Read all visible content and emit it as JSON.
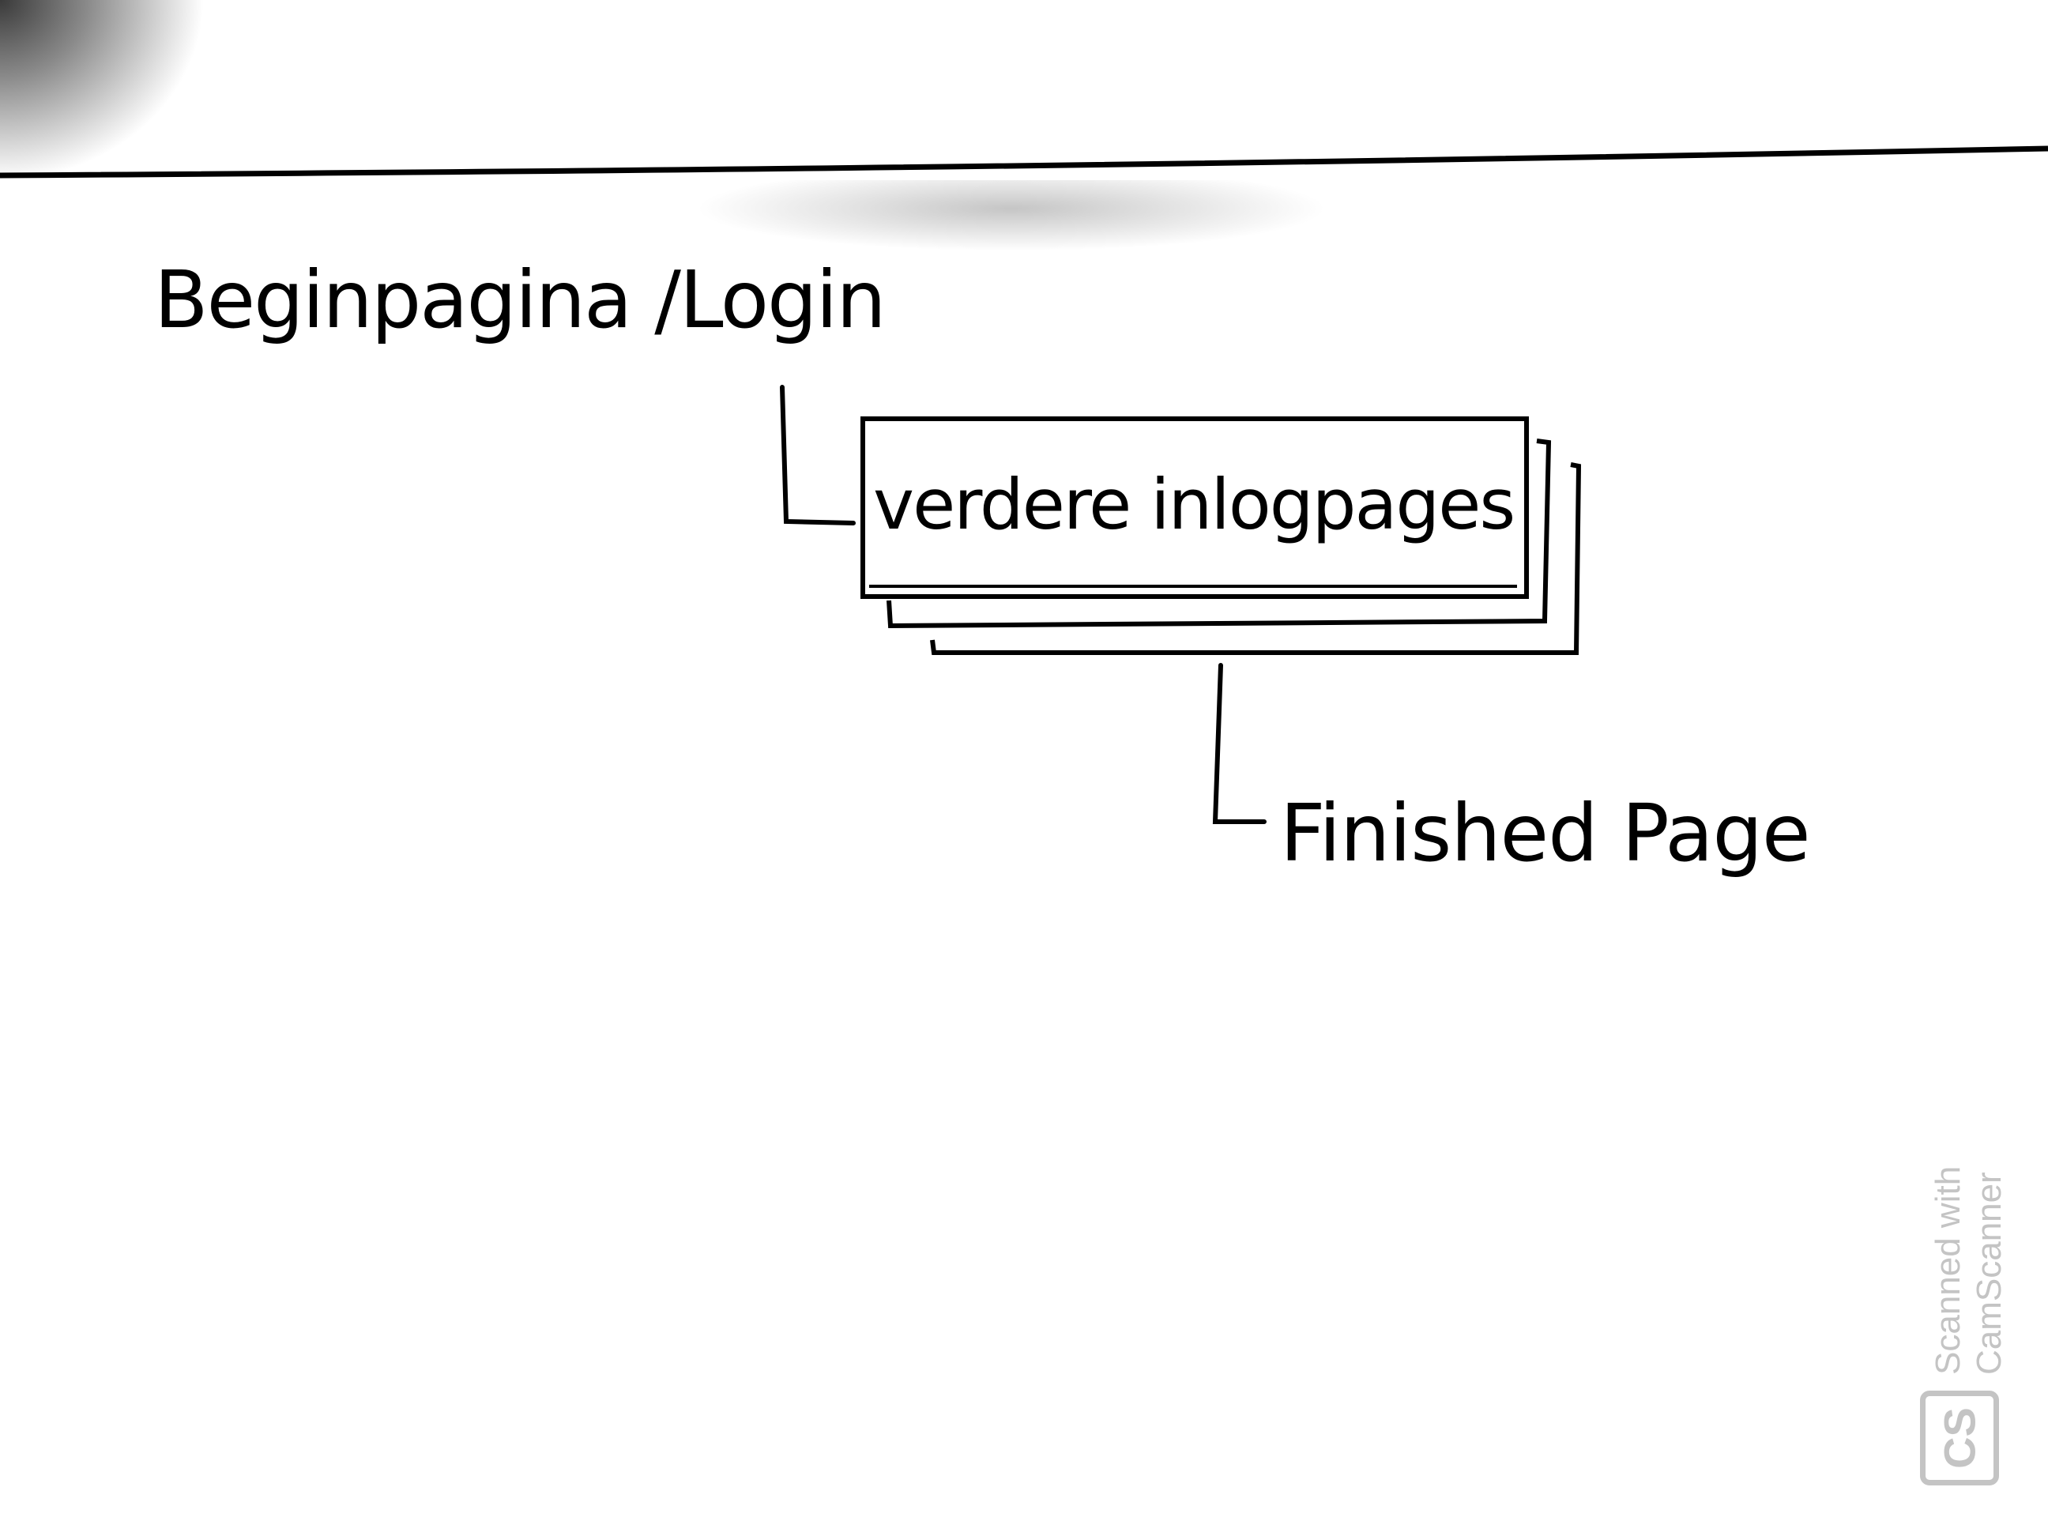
{
  "diagram": {
    "nodes": [
      {
        "id": "begin",
        "label": "Beginpagina /Login"
      },
      {
        "id": "verdere",
        "label": "verdere inlogpages",
        "stacked": true
      },
      {
        "id": "finished",
        "label": "Finished Page"
      }
    ],
    "edges": [
      {
        "from": "begin",
        "to": "verdere"
      },
      {
        "from": "verdere",
        "to": "finished"
      }
    ]
  },
  "watermark": {
    "line1": "Scanned with",
    "line2": "CamScanner",
    "logo": "CS"
  },
  "colors": {
    "ink": "#000000",
    "paper": "#ffffff",
    "watermark": "#c4c4c4"
  }
}
